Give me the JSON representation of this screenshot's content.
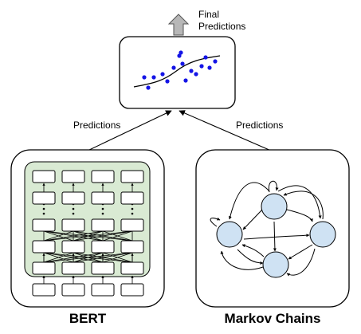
{
  "labels": {
    "final_line1": "Final",
    "final_line2": "Predictions",
    "predictions_left": "Predictions",
    "predictions_right": "Predictions",
    "bert": "BERT",
    "markov": "Markov Chains"
  },
  "colors": {
    "scatter_point": "#1414e6",
    "bert_panel_fill": "#d9ead3",
    "markov_node_fill": "#cfe2f3",
    "up_arrow_fill": "#b7b7b7"
  },
  "icons": {
    "up_arrow": "block-up-arrow-icon",
    "markov_self_loop": "self-loop-arrow-icon"
  }
}
